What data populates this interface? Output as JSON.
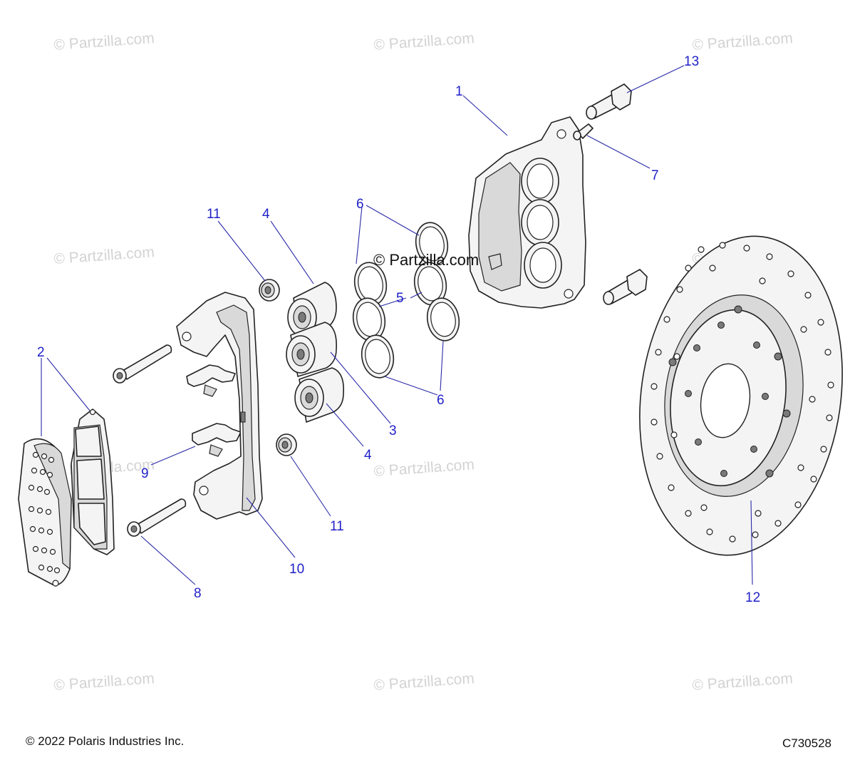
{
  "watermark_text": "© Partzilla.com",
  "center_watermark_text": "© Partzilla.com",
  "footer": {
    "copyright": "© 2022 Polaris Industries Inc.",
    "drawing_code": "C730528"
  },
  "callouts": {
    "c1": "1",
    "c2": "2",
    "c3": "3",
    "c4a": "4",
    "c4b": "4",
    "c5": "5",
    "c6a": "6",
    "c6b": "6",
    "c7": "7",
    "c8": "8",
    "c9": "9",
    "c10": "10",
    "c11a": "11",
    "c11b": "11",
    "c12": "12",
    "c13": "13"
  },
  "colors": {
    "callout": "#1f1fc8",
    "leader": "#2a2aa8",
    "watermark": "#d3d3d3"
  }
}
